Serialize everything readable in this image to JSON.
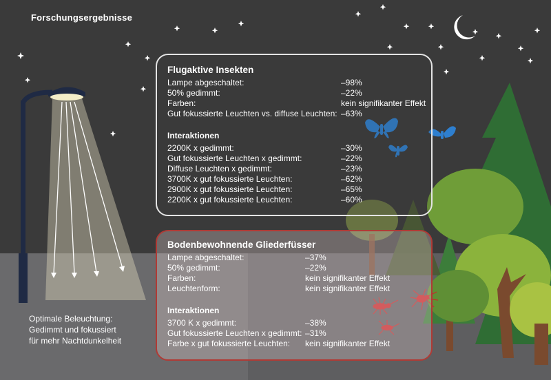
{
  "title": "Forschungsergebnisse",
  "caption": [
    "Optimale Beleuchtung:",
    "Gedimmt und fokussiert",
    "für mehr Nachtdunkelheit"
  ],
  "insects": {
    "title": "Flugaktive Insekten",
    "rows": [
      {
        "label": "Lampe abgeschaltet:",
        "value": "–98%"
      },
      {
        "label": "50% gedimmt:",
        "value": "–22%"
      },
      {
        "label": "Farben:",
        "value": "kein signifikanter Effekt"
      },
      {
        "label": "Gut fokussierte Leuchten vs. diffuse Leuchten:",
        "value": "–63%"
      }
    ],
    "interactions_title": "Interaktionen",
    "interactions": [
      {
        "label": "2200K x gedimmt:",
        "value": "–30%"
      },
      {
        "label": "Gut fokussierte Leuchten x gedimmt:",
        "value": "–22%"
      },
      {
        "label": "Diffuse Leuchten x gedimmt:",
        "value": "–23%"
      },
      {
        "label": "3700K x gut fokussierte Leuchten:",
        "value": "–62%"
      },
      {
        "label": "2900K x gut fokussierte Leuchten:",
        "value": "–65%"
      },
      {
        "label": "2200K x gut fokussierte Leuchten:",
        "value": "–60%"
      }
    ]
  },
  "ground": {
    "title": "Bodenbewohnende Gliederfüsser",
    "rows": [
      {
        "label": "Lampe abgeschaltet:",
        "value": "–37%"
      },
      {
        "label": "50% gedimmt:",
        "value": "–22%"
      },
      {
        "label": "Farben:",
        "value": "kein signifikanter Effekt"
      },
      {
        "label": "Leuchtenform:",
        "value": "kein signifikanter Effekt"
      }
    ],
    "interactions_title": "Interaktionen",
    "interactions": [
      {
        "label": "3700 K x gedimmt:",
        "value": "–38%"
      },
      {
        "label": "Gut fokussierte Leuchten x gedimmt:",
        "value": "–31%"
      },
      {
        "label": "Farbe x gut fokussierte Leuchten:",
        "value": "kein signifikanter Effekt"
      }
    ]
  },
  "colors": {
    "sky": "#3a3a3a",
    "ground": "#6a6a6c",
    "insects_border": "#e4e4e4",
    "ground_border": "#b03a35",
    "moth": "#2e7fcf",
    "arthropod": "#c8282a",
    "tree_dark": "#2f6d34",
    "tree_light": "#8bb33c",
    "trunk": "#7a4a2e",
    "lamp": "#1f2a44"
  }
}
